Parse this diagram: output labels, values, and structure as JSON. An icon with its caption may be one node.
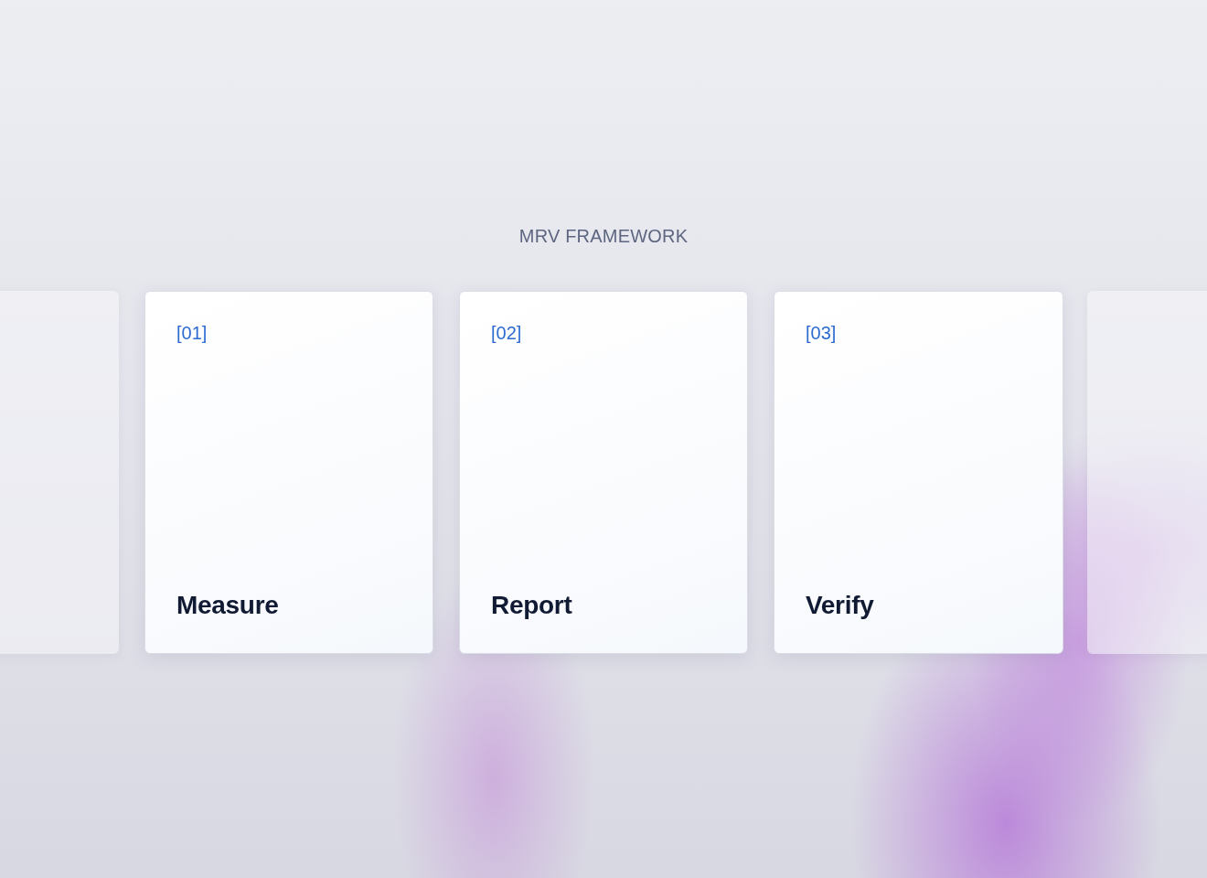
{
  "diagram": {
    "title": "MRV FRAMEWORK",
    "nodes": [
      {
        "text": [],
        "shape": "box"
      },
      {
        "text": [
          "[01]",
          "Measure"
        ]
      },
      {
        "text": [
          "[02]",
          "Report"
        ]
      },
      {
        "text": [
          "[03]",
          "Verify"
        ]
      },
      {
        "text": [],
        "shape": "box"
      }
    ]
  }
}
